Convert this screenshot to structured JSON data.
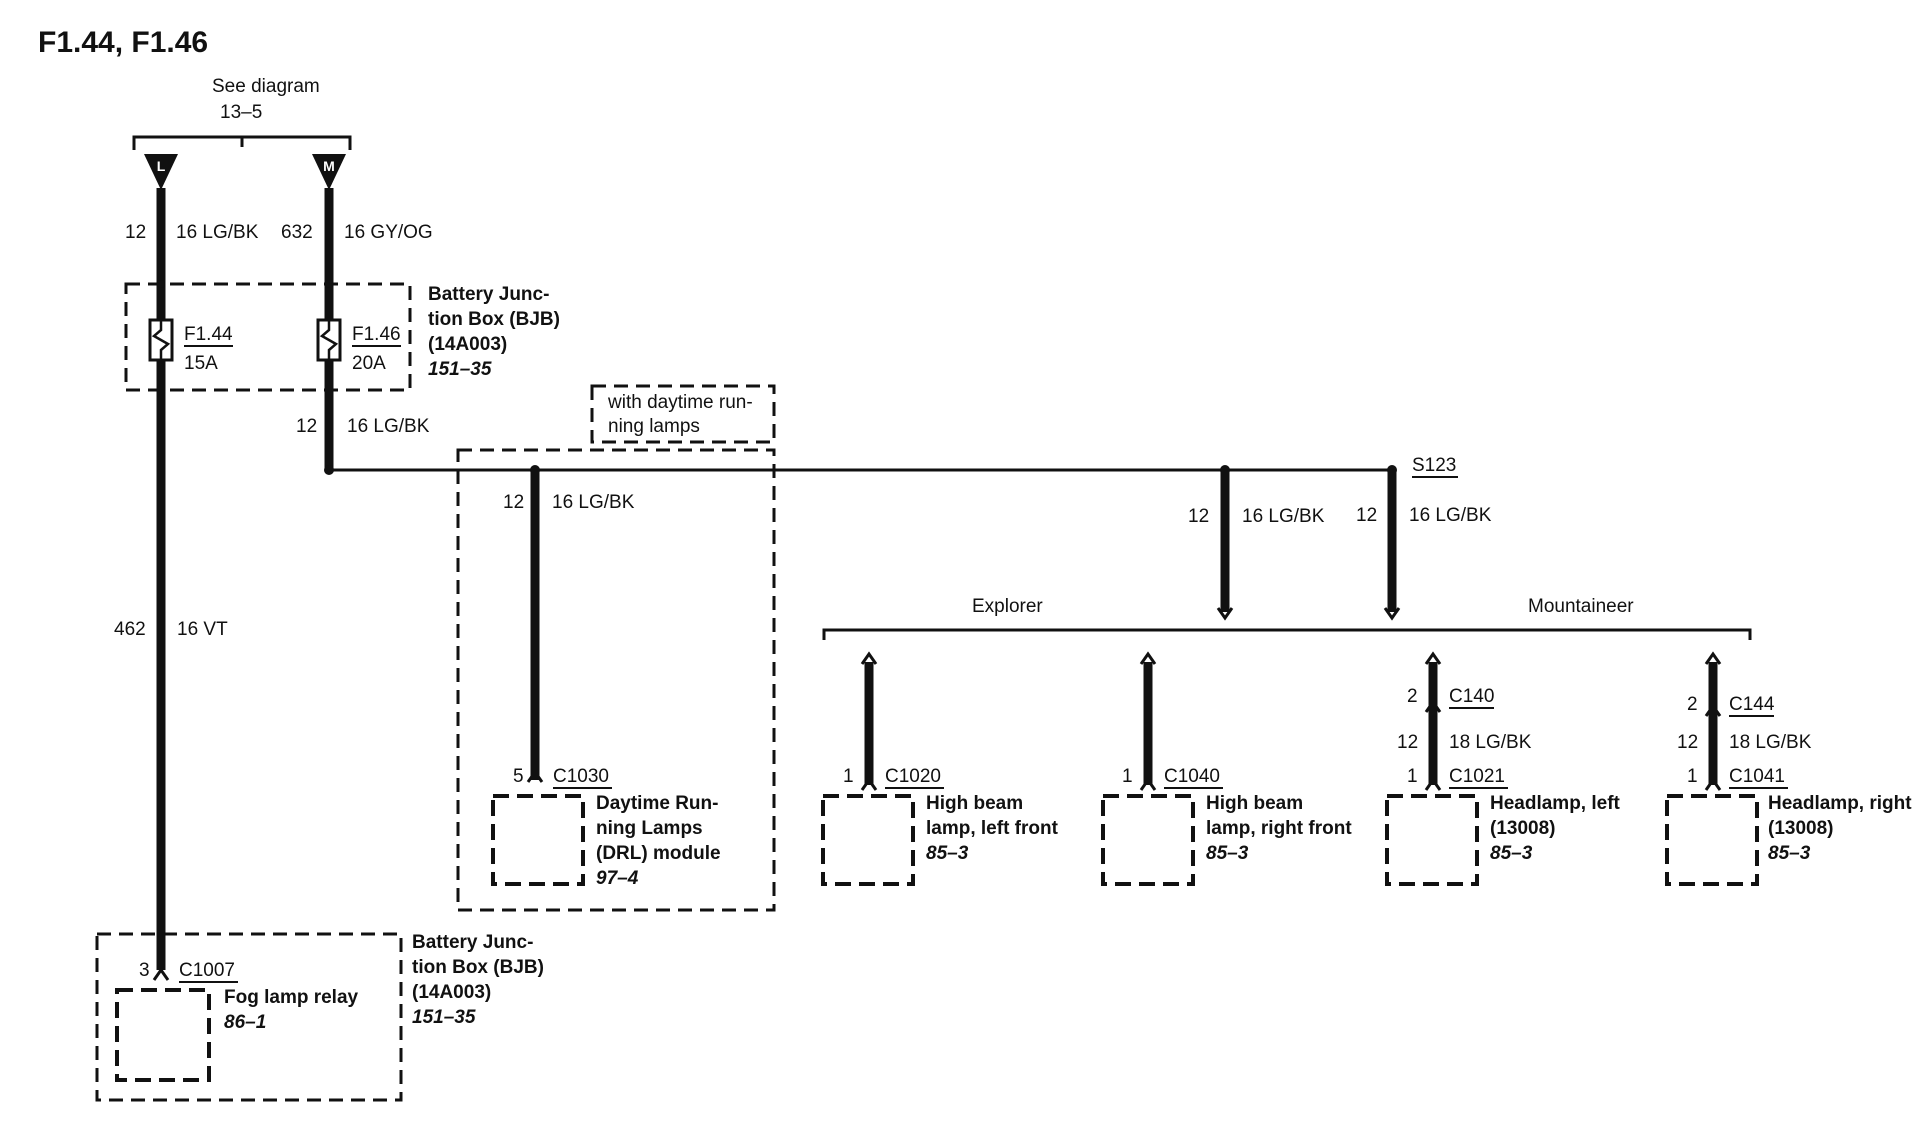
{
  "title": "F1.44, F1.46",
  "see_diagram": {
    "text": "See diagram",
    "ref": "13–5"
  },
  "terminals": {
    "left": "L",
    "right": "M"
  },
  "wires": {
    "l_top": {
      "circuit": "12",
      "spec": "16 LG/BK"
    },
    "m_top": {
      "circuit": "632",
      "spec": "16 GY/OG"
    },
    "m_bottom": {
      "circuit": "12",
      "spec": "16 LG/BK"
    },
    "fog": {
      "circuit": "462",
      "spec": "16 VT"
    },
    "drl": {
      "circuit": "12",
      "spec": "16 LG/BK"
    },
    "explorer_feed": {
      "circuit": "12",
      "spec": "16 LG/BK"
    },
    "mountaineer_feed": {
      "circuit": "12",
      "spec": "16 LG/BK"
    },
    "hl_left_mid": {
      "circuit": "12",
      "spec": "18 LG/BK"
    },
    "hl_right_mid": {
      "circuit": "12",
      "spec": "18 LG/BK"
    }
  },
  "bjb_top": {
    "name_l1": "Battery Junc-",
    "name_l2": "tion Box (BJB)",
    "part": "(14A003)",
    "ref": "151–35",
    "fuse1": {
      "id": "F1.44",
      "rating": "15A"
    },
    "fuse2": {
      "id": "F1.46",
      "rating": "20A"
    }
  },
  "drl_note": {
    "l1": "with daytime run-",
    "l2": "ning lamps"
  },
  "splice": "S123",
  "groups": {
    "explorer": "Explorer",
    "mountaineer": "Mountaineer"
  },
  "components": {
    "drl": {
      "pin": "5",
      "conn": "C1030",
      "l1": "Daytime Run-",
      "l2": "ning Lamps",
      "l3": "(DRL) module",
      "ref": "97–4"
    },
    "hb_left": {
      "pin": "1",
      "conn": "C1020",
      "l1": "High beam",
      "l2": "lamp, left front",
      "ref": "85–3"
    },
    "hb_right": {
      "pin": "1",
      "conn": "C1040",
      "l1": "High beam",
      "l2": "lamp, right front",
      "ref": "85–3"
    },
    "hl_left": {
      "pin_top": "2",
      "conn_top": "C140",
      "pin": "1",
      "conn": "C1021",
      "l1": "Headlamp, left",
      "l2": "(13008)",
      "ref": "85–3"
    },
    "hl_right": {
      "pin_top": "2",
      "conn_top": "C144",
      "pin": "1",
      "conn": "C1041",
      "l1": "Headlamp, right",
      "l2": "(13008)",
      "ref": "85–3"
    },
    "fog": {
      "pin": "3",
      "conn": "C1007",
      "l1": "Fog lamp relay",
      "ref": "86–1"
    }
  },
  "bjb_bottom": {
    "name_l1": "Battery Junc-",
    "name_l2": "tion Box (BJB)",
    "part": "(14A003)",
    "ref": "151–35"
  }
}
